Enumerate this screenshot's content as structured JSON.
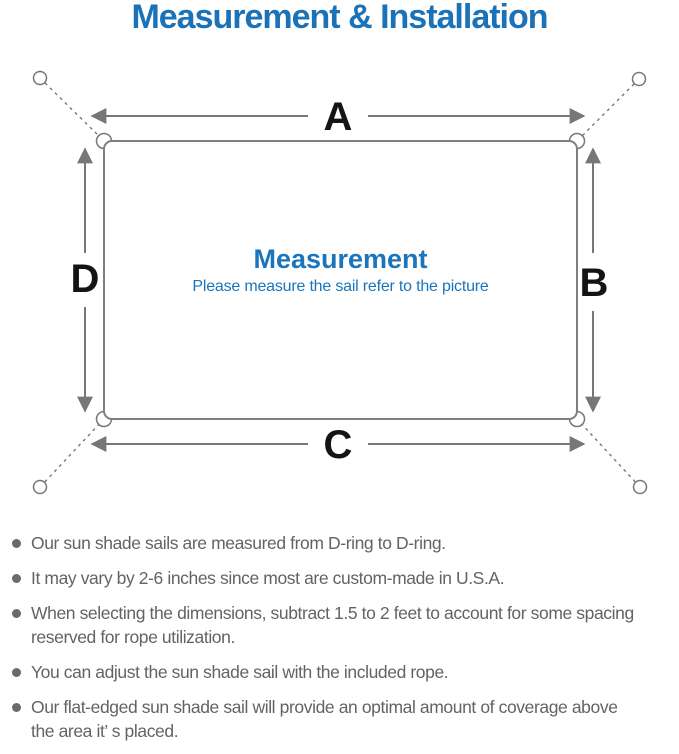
{
  "title": "Measurement & Installation",
  "diagram": {
    "labels": {
      "top": "A",
      "right": "B",
      "bottom": "C",
      "left": "D"
    },
    "center_heading": "Measurement",
    "center_subtitle": "Please measure the sail refer to the picture"
  },
  "bullets": [
    {
      "lines": [
        "Our sun shade sails are measured from D-ring to D-ring."
      ]
    },
    {
      "lines": [
        "It may vary by 2-6 inches since most are custom-made in U.S.A."
      ]
    },
    {
      "lines": [
        "When selecting the dimensions, subtract 1.5 to 2 feet to account for some spacing",
        "reserved for rope utilization."
      ]
    },
    {
      "lines": [
        "You can adjust the sun shade sail with the included rope."
      ]
    },
    {
      "lines": [
        "Our flat-edged sun shade sail will provide an optimal amount of coverage above",
        "the area it’ s placed."
      ]
    }
  ],
  "colors": {
    "accent_blue": "#1a72b8",
    "center_blue": "#1a75bc",
    "line_gray": "#777777",
    "note_gray": "#636363",
    "label_black": "#141414"
  }
}
